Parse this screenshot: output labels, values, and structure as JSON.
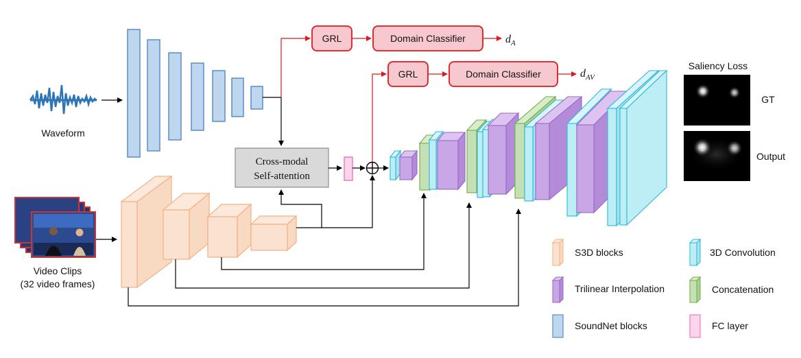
{
  "inputs": {
    "waveform_label": "Waveform",
    "video_label_1": "Video Clips",
    "video_label_2": "(32 video frames)"
  },
  "attention": {
    "line1": "Cross-modal",
    "line2": "Self-attention"
  },
  "branch_a": {
    "grl": "GRL",
    "classifier": "Domain Classifier",
    "output_base": "d",
    "output_sub": "A"
  },
  "branch_av": {
    "grl": "GRL",
    "classifier": "Domain Classifier",
    "output_base": "d",
    "output_sub": "AV"
  },
  "saliency": {
    "title": "Saliency Loss",
    "gt_label": "GT",
    "output_label": "Output"
  },
  "legend": {
    "s3d": "S3D blocks",
    "trilinear": "Trilinear Interpolation",
    "soundnet": "SoundNet blocks",
    "conv3d": "3D Convolution",
    "concat": "Concatenation",
    "fc": "FC layer"
  },
  "colors": {
    "soundnet_fill": "#bdd7ee",
    "soundnet_stroke": "#5b8cc8",
    "s3d_fill": "#fbe2d0",
    "s3d_stroke": "#f4b183",
    "conv_fill": "#bdeef6",
    "conv_stroke": "#2ab7d8",
    "purple_fill": "#c9a6e6",
    "purple_stroke": "#9468c2",
    "green_fill": "#c5e0b4",
    "green_stroke": "#6fae47",
    "fc_fill": "#fcd5ec",
    "fc_stroke": "#e87ec3",
    "red": "#e0181f",
    "red_fill": "#f8c8cf"
  }
}
